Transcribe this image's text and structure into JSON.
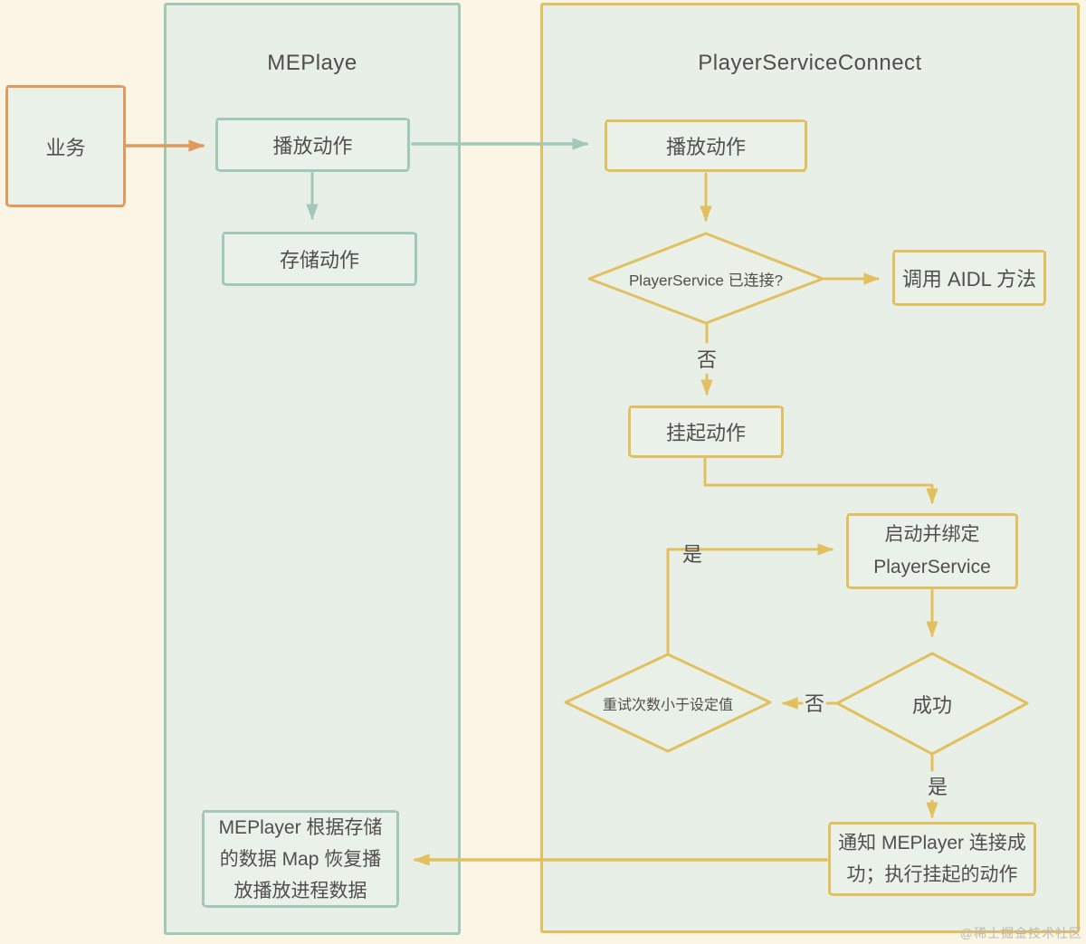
{
  "colors": {
    "background": "#faf5e4",
    "container_fill": "#e8efe6",
    "teal_stroke": "#a2c9b8",
    "yellow_stroke": "#e3c05f",
    "orange_stroke": "#e09a5e",
    "text": "#504f4b",
    "watermark": "#bdb9ae"
  },
  "containers": {
    "meplayer": {
      "title": "MEPlaye"
    },
    "player_service_connect": {
      "title": "PlayerServiceConnect"
    }
  },
  "nodes": {
    "business": {
      "label": "业务"
    },
    "play_action_left": {
      "label": "播放动作"
    },
    "store_action": {
      "label": "存储动作"
    },
    "restore": {
      "lines": [
        "MEPlayer 根据存储",
        "的数据 Map 恢复播",
        "放播放进程数据"
      ]
    },
    "play_action_right": {
      "label": "播放动作"
    },
    "connected_check": {
      "label": "PlayerService 已连接?"
    },
    "call_aidl": {
      "label": "调用 AIDL 方法"
    },
    "suspend_action": {
      "label": "挂起动作"
    },
    "start_bind": {
      "lines": [
        "启动并绑定",
        "PlayerService"
      ]
    },
    "success_check": {
      "label": "成功"
    },
    "retry_check": {
      "label": "重试次数小于设定值"
    },
    "notify": {
      "lines": [
        "通知 MEPlayer 连接成",
        "功；执行挂起的动作"
      ]
    }
  },
  "edge_labels": {
    "connected_no": "否",
    "retry_yes": "是",
    "success_no": "否",
    "success_yes": "是"
  },
  "watermark": "@稀土掘金技术社区"
}
